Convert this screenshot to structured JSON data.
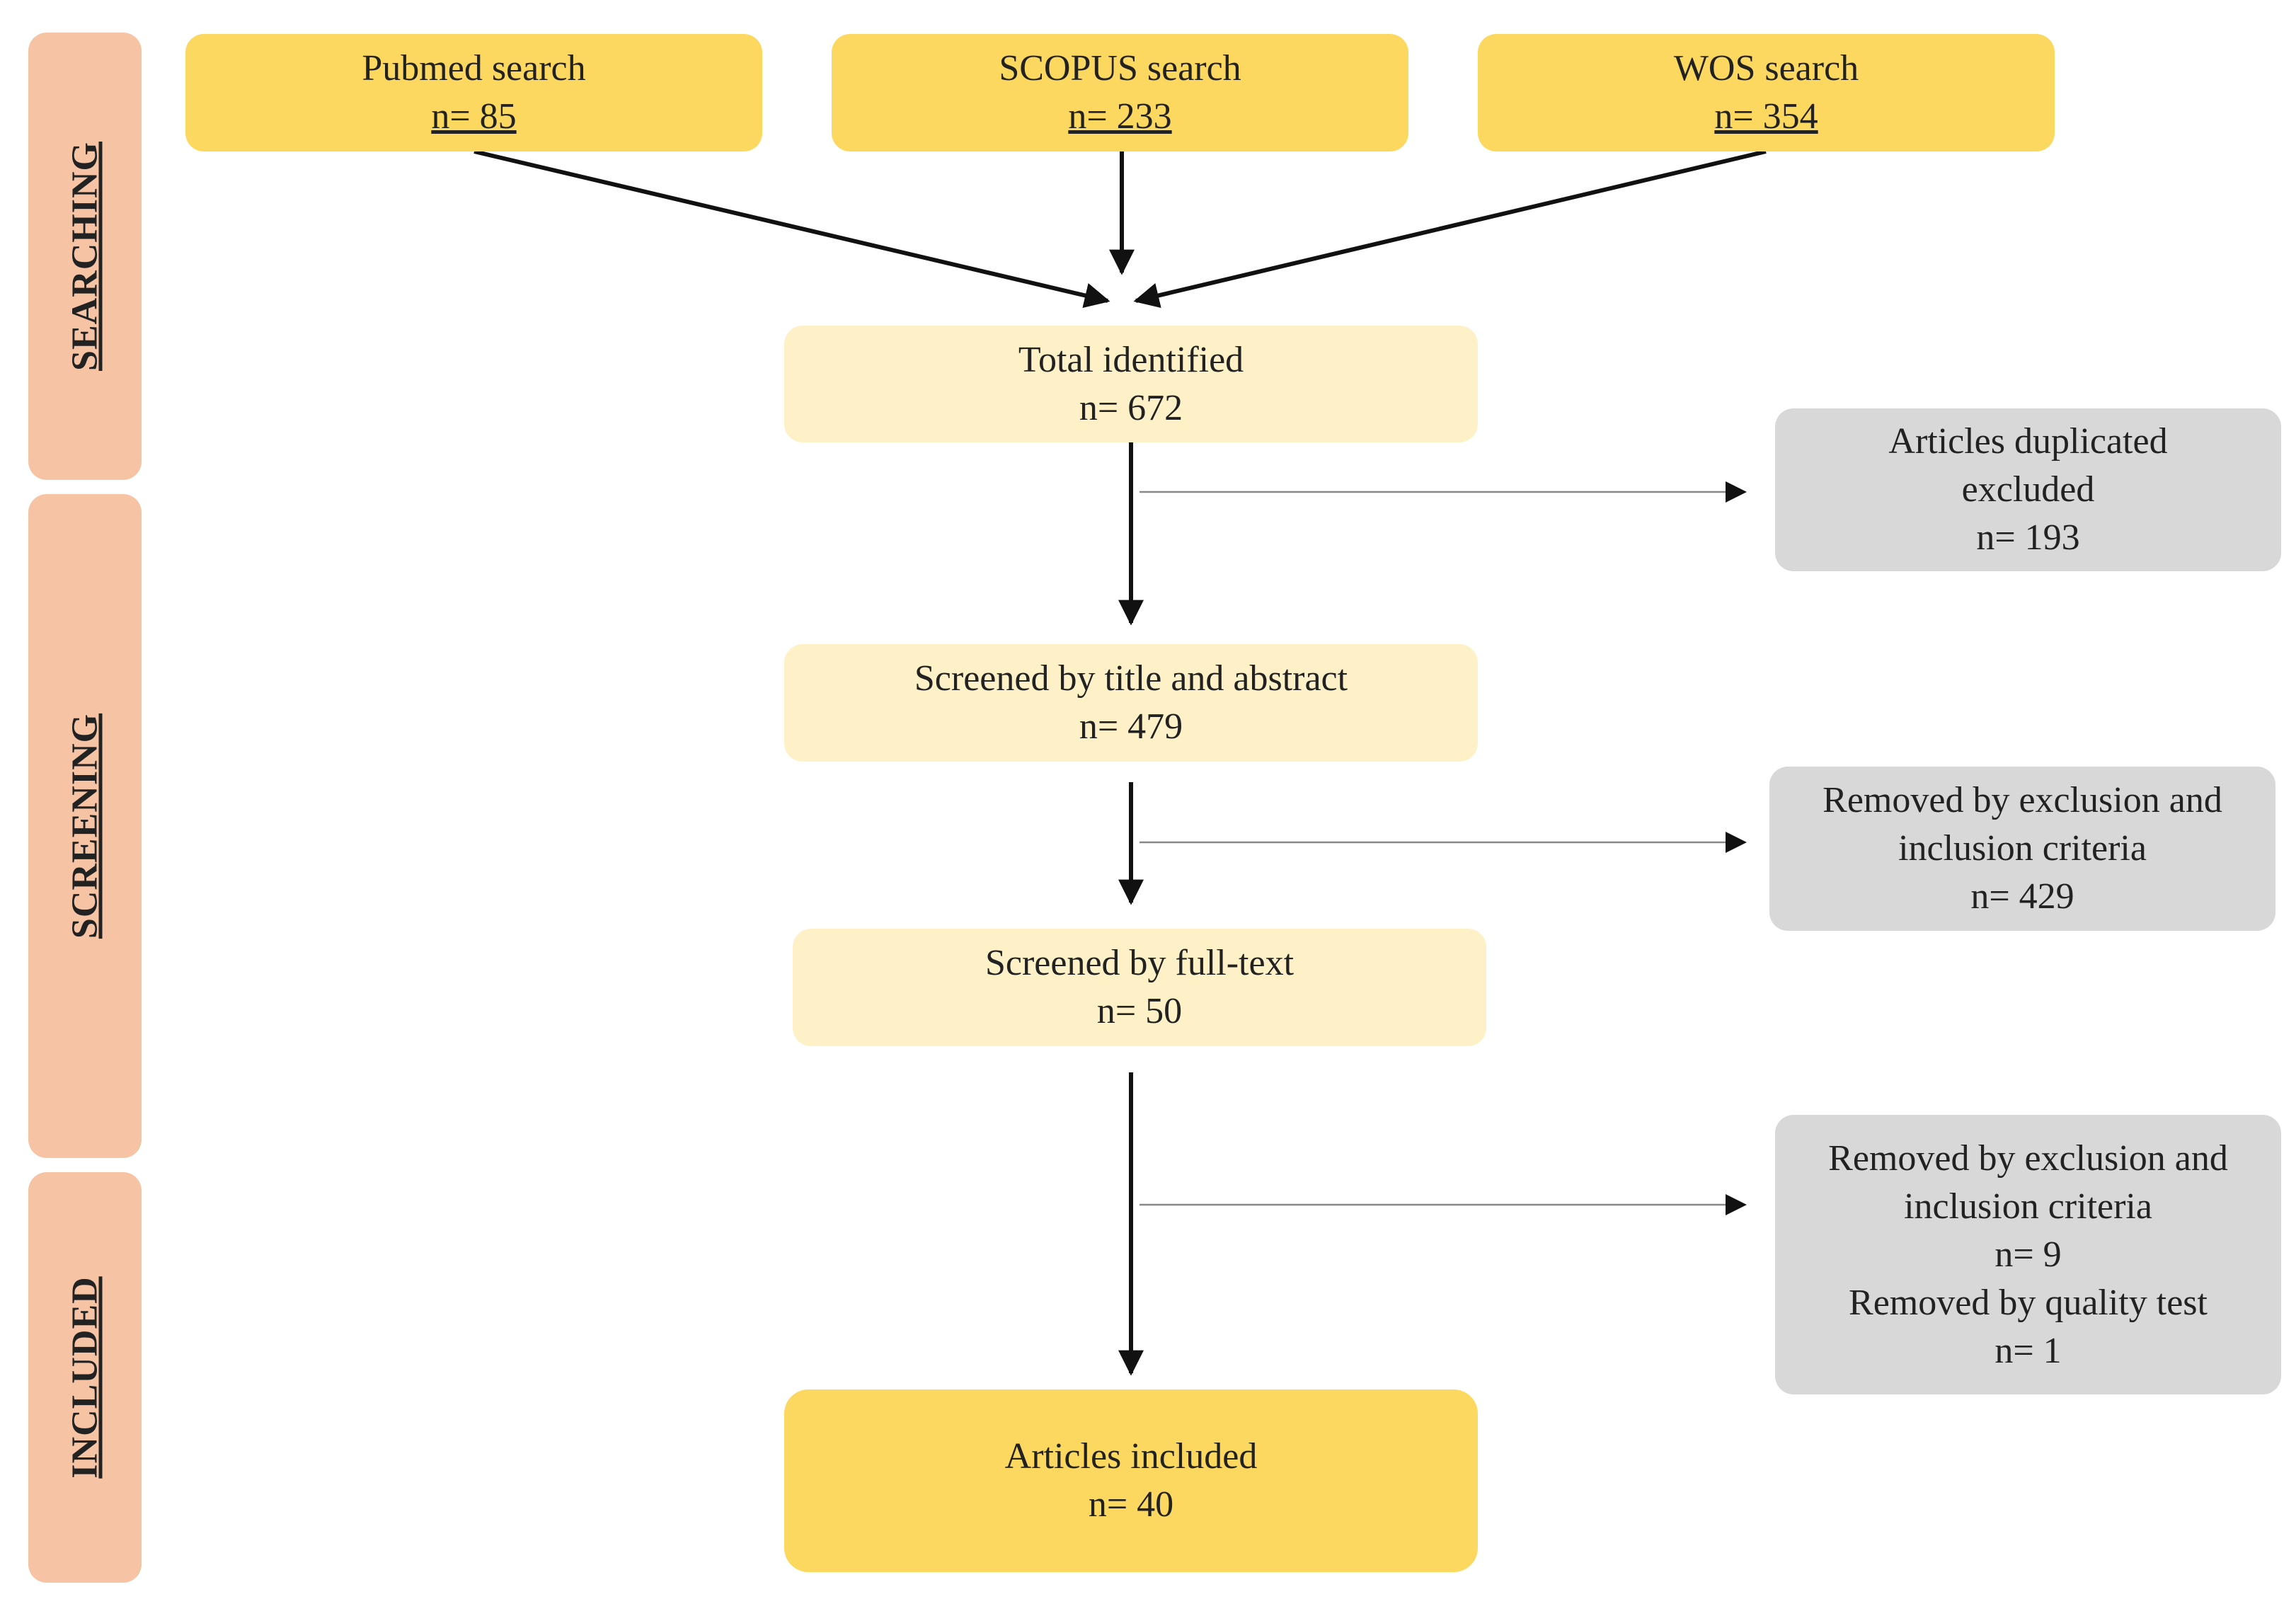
{
  "phases": {
    "searching": "SEARCHING",
    "screening": "SCREENING",
    "included": "INCLUDED"
  },
  "sources": [
    {
      "label": "Pubmed search",
      "count": "n= 85"
    },
    {
      "label": "SCOPUS search",
      "count": "n= 233"
    },
    {
      "label": "WOS search",
      "count": "n= 354"
    }
  ],
  "flow": {
    "total": {
      "label": "Total identified",
      "count": "n= 672"
    },
    "title_abstract": {
      "label": "Screened by title and abstract",
      "count": "n= 479"
    },
    "full_text": {
      "label": "Screened by full-text",
      "count": "n= 50"
    },
    "included": {
      "label": "Articles included",
      "count": "n= 40"
    }
  },
  "exclusions": {
    "duplicates": {
      "line1": "Articles duplicated",
      "line2": "excluded",
      "count": "n= 193"
    },
    "criteria1": {
      "line1": "Removed by exclusion and",
      "line2": "inclusion criteria",
      "count": "n= 429"
    },
    "criteria2": {
      "line1": "Removed by exclusion and",
      "line2": "inclusion criteria",
      "count": "n= 9",
      "line3": "Removed by quality test",
      "count2": "n= 1"
    }
  },
  "colors": {
    "phase": "#f6c4a4",
    "source_box": "#fdd860",
    "flow_box": "#fef1c8",
    "exclusion_box": "#d8d8d8",
    "final_box": "#fdd860"
  }
}
